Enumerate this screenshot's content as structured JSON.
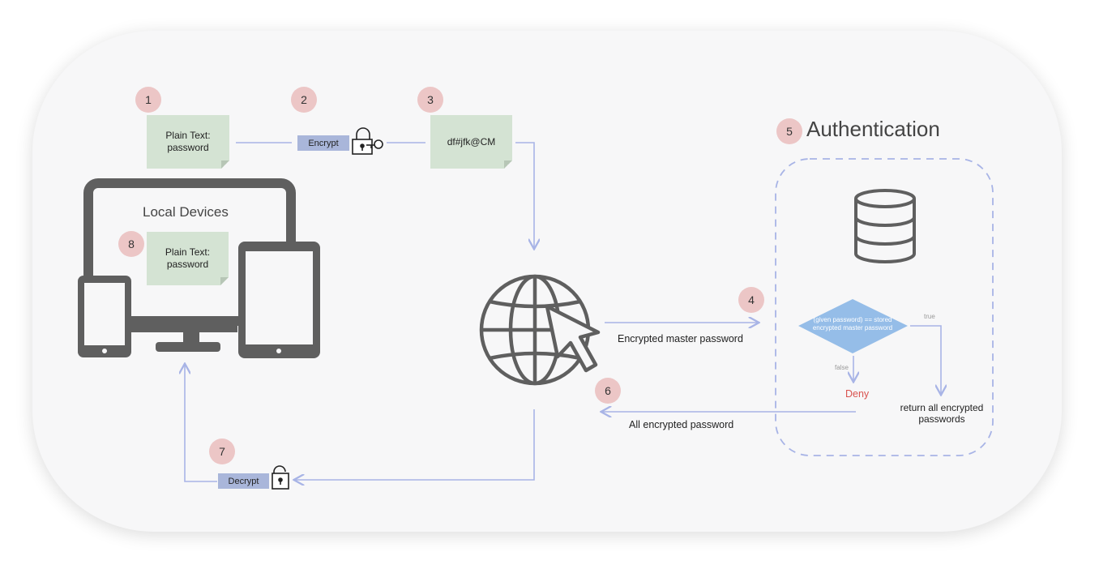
{
  "badges": [
    "1",
    "2",
    "3",
    "4",
    "5",
    "6",
    "7",
    "8"
  ],
  "notes": {
    "plain_top": {
      "line1": "Plain Text:",
      "line2": "password"
    },
    "cipher": {
      "line1": "df#jfk@CM"
    },
    "plain_device": {
      "line1": "Plain Text:",
      "line2": "password"
    }
  },
  "tags": {
    "encrypt": "Encrypt",
    "decrypt": "Decrypt"
  },
  "labels": {
    "local_devices": "Local Devices",
    "authentication": "Authentication",
    "encrypted_master": "Encrypted master password",
    "all_encrypted": "All encrypted password"
  },
  "decision": {
    "text": "(given password) == stored encrypted master password",
    "true_label": "true",
    "false_label": "false",
    "deny": "Deny",
    "return": "return all encrypted passwords"
  },
  "colors": {
    "arrow": "#a8b4e6",
    "badge": "#ecc6c6",
    "note": "#d4e3d3",
    "tag": "#a9b6da",
    "diamond": "#95bde8",
    "deny": "#d9534f",
    "device": "#5f5f5f"
  },
  "icons": [
    "lock-key-icon",
    "unlock-icon",
    "globe-cursor-icon",
    "database-icon",
    "devices-icon"
  ]
}
